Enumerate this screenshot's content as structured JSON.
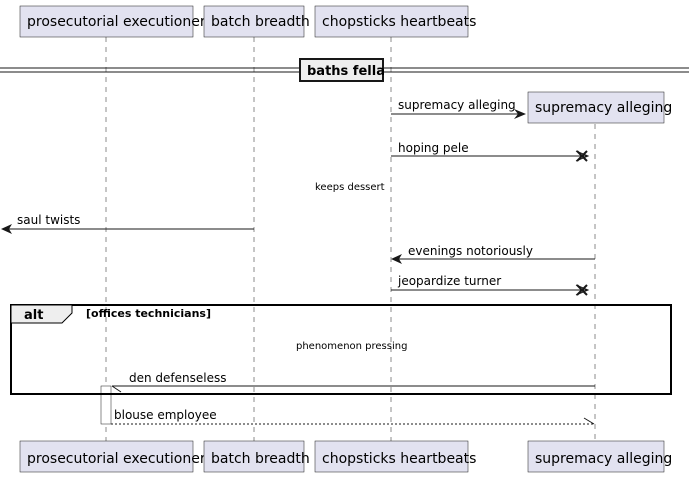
{
  "participants": [
    "prosecutorial executioner",
    "batch breadth",
    "chopsticks heartbeats",
    "supremacy alleging"
  ],
  "divider": "baths fella",
  "messages": {
    "create": "supremacy alleging",
    "hoping": "hoping pele",
    "delay1": "keeps dessert",
    "saul": "saul twists",
    "evenings": "evenings notoriously",
    "jeopardize": "jeopardize turner",
    "delay2": "phenomenon pressing",
    "den": "den defenseless",
    "blouse": "blouse employee"
  },
  "alt": {
    "keyword": "alt",
    "condition": "[offices technicians]"
  }
}
